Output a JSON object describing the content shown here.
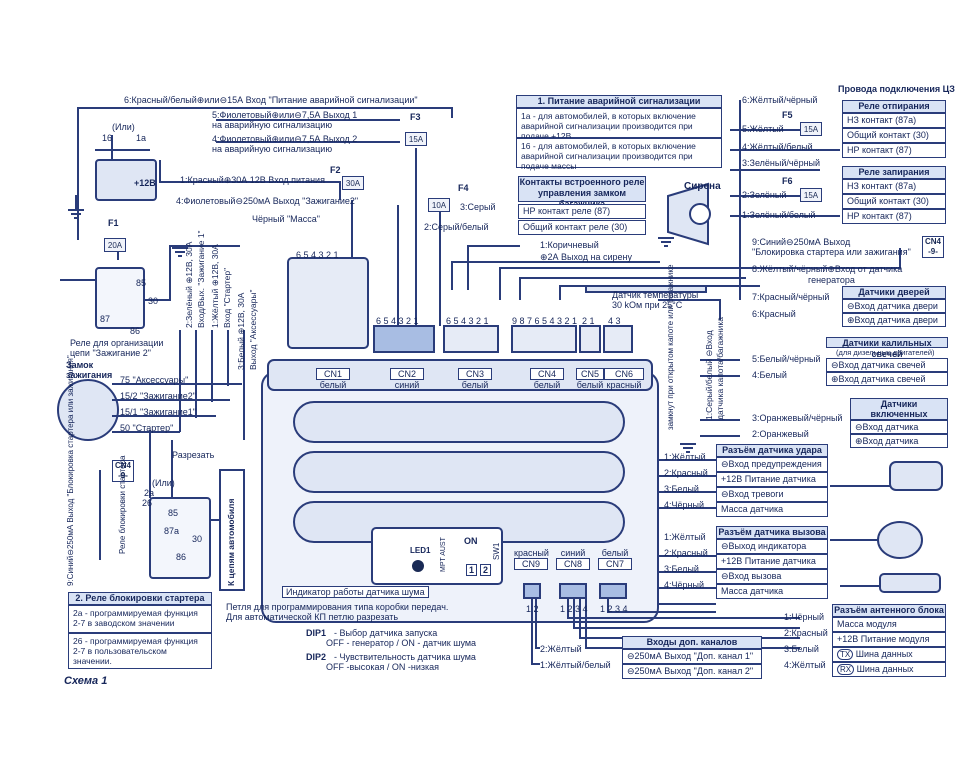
{
  "top": {
    "emergency_power": "6:Красный/белый⊕или⊖15А Вход \"Питание аварийной сигнализации\"",
    "out1": "5:Фиолетовый⊕или⊖7,5А Выход 1",
    "out1_sub": "на аварийную сигнализацию",
    "out2": "4:Фиолетовый⊕или⊖7,5А Выход 2",
    "out2_sub": "на аварийную сигнализацию",
    "power_in": "1:Красный⊕30А 12В Вход питания",
    "ign2": "4:Фиолетовый⊖250мА Выход \"Зажигание2\"",
    "ground": "Чёрный \"Масса\"",
    "gray": "3:Серый",
    "gray_white": "2:Серый/белый",
    "brown": "1:Коричневый",
    "siren_out": "⊕2А Выход на сирену",
    "siren": "Сирена",
    "or": "(Или)",
    "n16": "16",
    "n1a": "1а",
    "plus12": "+12В"
  },
  "fuses": {
    "f3": "F3",
    "f3v": "15A",
    "f2": "F2",
    "f2v": "30A",
    "f4": "F4",
    "f4v": "10A",
    "f1": "F1",
    "f1v": "20A",
    "f5": "F5",
    "f5v": "15A",
    "f6": "F6",
    "f6v": "15A"
  },
  "note1": {
    "title": "1. Питание аварийной сигнализации",
    "a": "1а - для автомобилей, в которых включение аварийной сигнализации производится при подаче +12В",
    "b": "16 - для автомобилей, в которых включение аварийной сигнализации производится при подаче массы"
  },
  "trunk": {
    "title": "Контакты встроенного реле управления замком багажника",
    "no": "НР контакт реле (87)",
    "com": "Общий контакт реле (30)"
  },
  "cz": {
    "title": "Провода подключения ЦЗ",
    "wire6": "6:Жёлтый/чёрный",
    "unlock": "Реле отпирания",
    "wire5": "5:Жёлтый",
    "nc1": "НЗ контакт (87а)",
    "wire4": "4:Жёлтый/белый",
    "com1": "Общий контакт (30)",
    "no1": "НР контакт (87)",
    "wire3": "3:Зелёный/чёрный",
    "lock": "Реле запирания",
    "wire2": "2:Зелёный",
    "nc2": "НЗ контакт (87а)",
    "com2": "Общий контакт (30)",
    "wire1": "1:Зелёный/белый",
    "no2": "НР контакт (87)"
  },
  "cn4": {
    "block": "9:Синий⊖250мА Выход",
    "block2": "\"Блокировка стартера или зажигания\"",
    "cn4tag": "CN4",
    "cn4sub": "-9-",
    "gen": "8:Жёлтый/чёрный⊕Вход от датчика",
    "gen2": "генератора",
    "door_title": "Датчики дверей",
    "door7": "7:Красный/чёрный",
    "door6": "6:Красный",
    "door_in1": "⊖Вход датчика двери",
    "door_in2": "⊕Вход датчика двери",
    "glow_title": "Датчики калильных свечей",
    "glow_sub": "(для дизельных двигателей)",
    "glow5": "5:Белый/чёрный",
    "glow4": "4:Белый",
    "glow_in1": "⊖Вход датчика свечей",
    "glow_in2": "⊕Вход датчика свечей",
    "park_title": "Датчики включенных габаритных огней",
    "park3": "3:Оранжевый/чёрный",
    "park2": "2:Оранжевый",
    "park_in1": "⊖Вход датчика",
    "park_in2": "⊕Вход датчика",
    "hood": "1:Серый/белый ⊖Вход",
    "hood2": "датчика капота/багажника",
    "hood_sw": "замкнут при открытом капоте или багажнике",
    "temp": "Датчик температуры",
    "temp2": "30 kОм при 25°С"
  },
  "left": {
    "relay_ign2": "Реле для организации цепи \"Зажигание 2\"",
    "r85": "85",
    "r30": "30",
    "r87": "87",
    "r86": "86",
    "ign_lock": "Замок зажигания",
    "acc": "75 \"Аксессуары\"",
    "ign2": "15/2 \"Зажигание2\"",
    "ign1": "15/1 \"Зажигание1\"",
    "start": "50 \"Стартер\"",
    "cut": "Разрезать",
    "cn4tag": "CN4",
    "cn4sub": "-9-",
    "blue9": "9:Синий⊖250мА Выход \"Блокировка стартера или зажигания\"",
    "relay_block": "Реле блокировки стартера",
    "or": "(Или)",
    "n2a": "2а",
    "n26": "26",
    "n85": "85",
    "n87a": "87а",
    "n30": "30",
    "n86": "86",
    "to_car": "К цепям автомобиля",
    "v_green": "2:Зелёный ⊕12В, 30А",
    "v_io": "Вход/Вых. \"Зажигание 1\"",
    "v_yellow": "1:Жёлтый ⊕12В, 30А",
    "v_start": "Вход \"Стартер\"",
    "v_white": "3:Белый ⊕12В, 30А",
    "v_acc": "Выход \"Аксессуары\""
  },
  "note2": {
    "title": "2. Реле блокировки стартера",
    "a": "2а - программируемая функция 2-7 в заводском значении",
    "b": "26 - программируемая функция 2-7 в пользовательском значении."
  },
  "connectors": {
    "cn1": "CN1",
    "cn1c": "белый",
    "cn2": "CN2",
    "cn2c": "синий",
    "cn3": "CN3",
    "cn3c": "белый",
    "cn4": "CN4",
    "cn4c": "белый",
    "cn5": "CN5",
    "cn5c": "белый",
    "cn6": "CN6",
    "cn6c": "красный",
    "cn9": "CN9",
    "cn9c": "красный",
    "cn8": "CN8",
    "cn8c": "синий",
    "cn7": "CN7",
    "cn7c": "белый",
    "pins6": "6 5 4 3 2 1",
    "pins9": "9 8 7 6 5 4 3 2 1",
    "pins2": "2 1",
    "pins4": "4 3",
    "pins12": "1 2",
    "pins1234": "1 2 3 4"
  },
  "panel": {
    "led": "LED1",
    "mpt": "MPT AUST",
    "on": "ON",
    "sw": "SW1",
    "dip1": "1",
    "dip2": "2",
    "led_ind": "Индикатор работы датчика шума",
    "loop": "Петля для программирования типа коробки передач.",
    "loop2": "Для автоматической КП петлю разрезать",
    "dip1t": "DIP1",
    "dip1d": "- Выбор датчика запуска",
    "dip1o": "OFF - генератор / ON - датчик шума",
    "dip2t": "DIP2",
    "dip2d": "- Чувствительность датчика шума",
    "dip2o": "OFF -высокая / ON -низкая"
  },
  "shock": {
    "title": "Разъём датчика удара",
    "w1": "1:Жёлтый",
    "w2": "2:Красный",
    "w3": "3:Белый",
    "w4": "4:Чёрный",
    "r1": "⊖Вход предупреждения",
    "r2": "+12В Питание датчика",
    "r3": "⊖Вход тревоги",
    "r4": "Масса датчика"
  },
  "call": {
    "title": "Разъём датчика вызова",
    "w1": "1:Жёлтый",
    "w2": "2:Красный",
    "w3": "3:Белый",
    "w4": "4:Чёрный",
    "r1": "⊖Выход индикатора",
    "r2": "+12В Питание датчика",
    "r3": "⊖Вход вызова",
    "r4": "Масса датчика"
  },
  "antenna": {
    "title": "Разъём антенного блока",
    "w1": "1:Чёрный",
    "w2": "2:Красный",
    "w3": "3:Белый",
    "w4": "4:Жёлтый",
    "r1": "Масса модуля",
    "r2": "+12В Питание модуля",
    "r3": "Шина данных",
    "r4": "Шина данных",
    "tx": "TX",
    "rx": "RX"
  },
  "extra": {
    "title": "Входы доп. каналов",
    "w2": "2:Жёлтый",
    "w1": "1:Жёлтый/белый",
    "r1": "⊖250мА Выход \"Доп. канал 1\"",
    "r2": "⊖250мА Выход \"Доп. канал 2\""
  },
  "footer": {
    "scheme": "Схема 1"
  }
}
